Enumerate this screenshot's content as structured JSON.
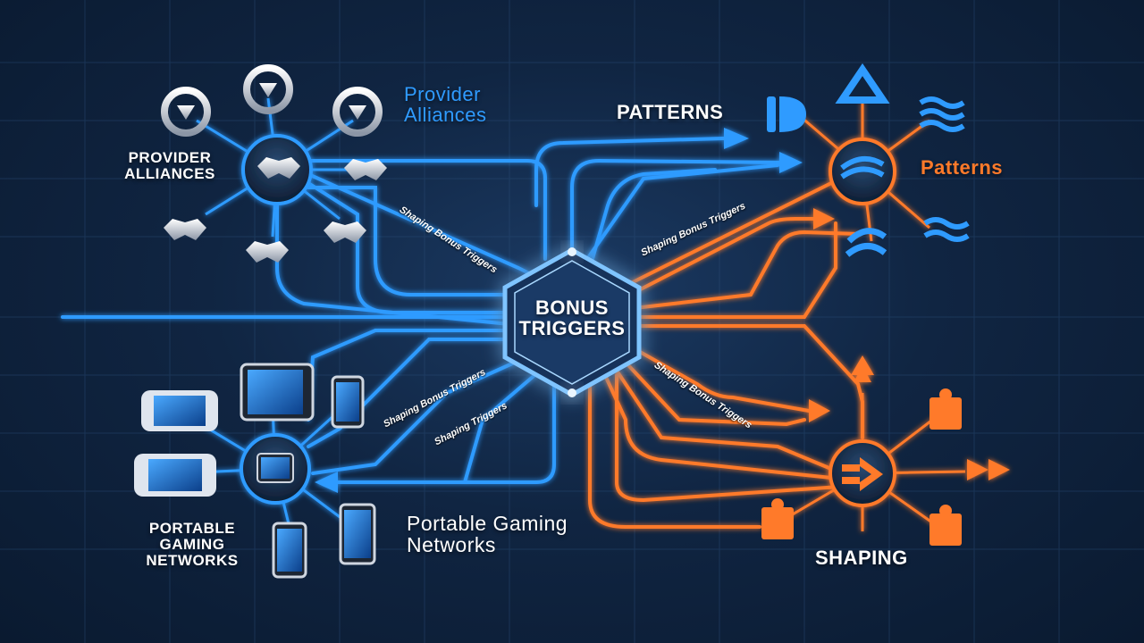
{
  "center": {
    "title_line1": "BONUS",
    "title_line2": "TRIGGERS"
  },
  "provider": {
    "label_left": "PROVIDER ALLIANCES",
    "label_top_line1": "Provider",
    "label_top_line2": "Alliances"
  },
  "patterns": {
    "label_top": "PATTERNS",
    "label_right": "Patterns"
  },
  "portable": {
    "label_left": "PORTABLE GAMING NETWORKS",
    "label_bottom_line1": "Portable Gaming",
    "label_bottom_line2": "Networks"
  },
  "shaping": {
    "label_bottom": "SHAPING"
  },
  "path_labels": {
    "upper_left": "Shaping Bonus Triggers",
    "upper_right": "Shaping Bonus Triggers",
    "lower_left_1": "Shaping Bonus Triggers",
    "lower_left_2": "Shaping Triggers",
    "lower_right": "Shaping Bonus Triggers"
  },
  "colors": {
    "blue": "#2f9bff",
    "orange": "#ff7a2a",
    "background": "#102542",
    "hub": "#1b2f4c"
  }
}
